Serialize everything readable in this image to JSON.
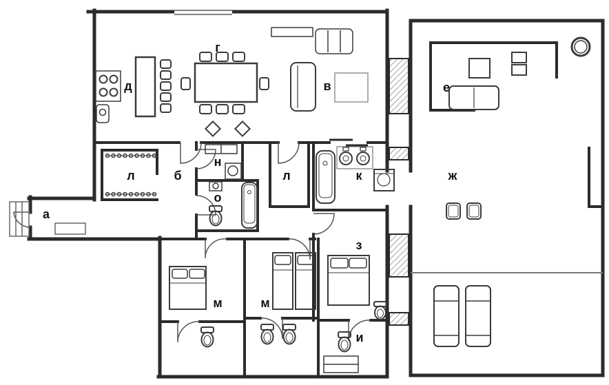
{
  "plan": {
    "wall_color": "#2b2b2b",
    "fixture_color": "#3a3a3a",
    "thin_color": "#666666",
    "label_color": "#111111",
    "background": "#ffffff",
    "rooms": {
      "a": {
        "label": "а"
      },
      "b": {
        "label": "б"
      },
      "v": {
        "label": "в"
      },
      "g": {
        "label": "г"
      },
      "d": {
        "label": "д"
      },
      "e": {
        "label": "е"
      },
      "zh": {
        "label": "ж"
      },
      "z": {
        "label": "з"
      },
      "i": {
        "label": "и"
      },
      "k": {
        "label": "к"
      },
      "l1": {
        "label": "л"
      },
      "l2": {
        "label": "л"
      },
      "m1": {
        "label": "м"
      },
      "m2": {
        "label": "м"
      },
      "n": {
        "label": "н"
      },
      "o": {
        "label": "о"
      }
    },
    "fixtures": [
      "stove-icon",
      "kitchen-sink-icon",
      "kitchen-island",
      "bar-stool",
      "dining-table",
      "chair",
      "decor-diamond",
      "tv-console",
      "sofa",
      "rug",
      "armchair-bench",
      "coffee-table",
      "ottoman",
      "wardrobe-hangers",
      "washbasin",
      "toilet",
      "bathtub",
      "washing-machine",
      "bed",
      "pillow",
      "stool",
      "sun-lounger",
      "hot-tub",
      "door-arc",
      "sliding-door",
      "window",
      "shaft-hatch",
      "entry-steps",
      "cabinet"
    ]
  }
}
